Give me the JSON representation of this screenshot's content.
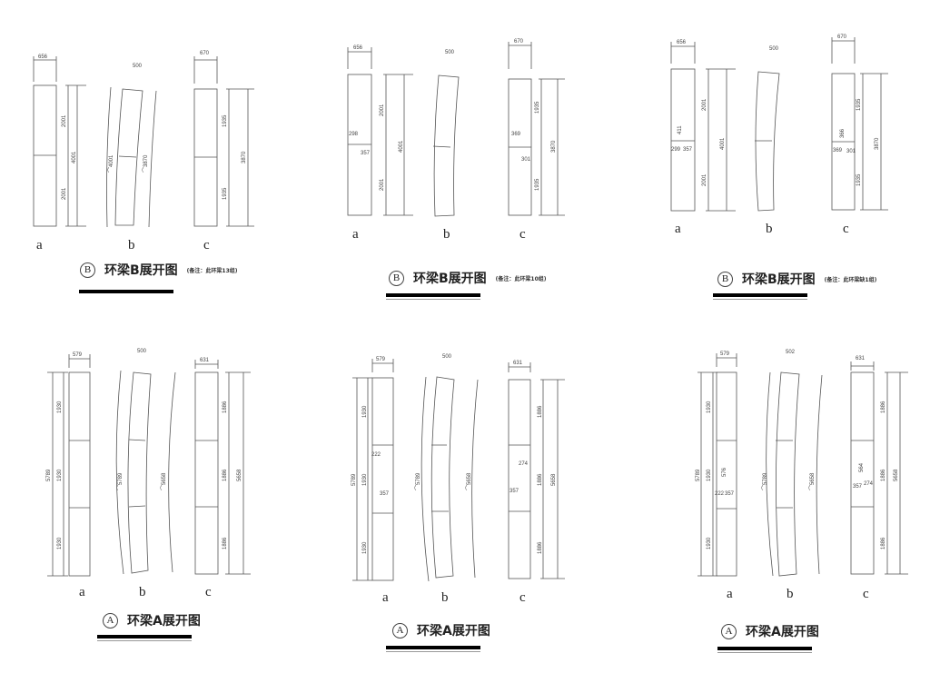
{
  "drawings": [
    {
      "id": "B1",
      "circle": "B",
      "title": "环梁B展开图",
      "note": "(备注：此环梁13组)",
      "a": {
        "width": "656",
        "upper": "2001",
        "lower": "2001",
        "total": "4001"
      },
      "b": {
        "width": "500",
        "outer_arc": "⌒4001",
        "inner_arc": "⌒3870"
      },
      "c": {
        "width": "670",
        "upper": "1935",
        "lower": "1935",
        "total": "3870"
      }
    },
    {
      "id": "B2",
      "circle": "B",
      "title": "环梁B展开图",
      "note": "(备注：此环梁10组)",
      "a": {
        "width": "656",
        "upper": "2001",
        "lower": "2001",
        "total": "4001",
        "hole_x": "298",
        "hole_y": "357"
      },
      "b": {
        "width": "500"
      },
      "c": {
        "width": "670",
        "upper": "1935",
        "lower": "1935",
        "total": "3870",
        "hole_x": "369",
        "hole_y": "301"
      }
    },
    {
      "id": "B3",
      "circle": "B",
      "title": "环梁B展开图",
      "note": "(备注：此环梁缺1组)",
      "a": {
        "width": "656",
        "upper": "2001",
        "lower": "2001",
        "total": "4001",
        "v": "411",
        "hole_x": "299",
        "hole_y": "357"
      },
      "b": {
        "width": "500"
      },
      "c": {
        "width": "670",
        "upper": "1935",
        "lower": "1935",
        "total": "3870",
        "v": "366",
        "hole_x": "369",
        "hole_y": "301"
      }
    },
    {
      "id": "A1",
      "circle": "A",
      "title": "环梁A展开图",
      "note": "",
      "a": {
        "width": "579",
        "s1": "1930",
        "s2": "1930",
        "s3": "1930",
        "total": "5789"
      },
      "b": {
        "width": "500",
        "outer_arc": "⌒5789",
        "inner_arc": "⌒5658"
      },
      "c": {
        "width": "631",
        "s1": "1886",
        "s2": "1886",
        "s3": "1886",
        "total": "5658"
      }
    },
    {
      "id": "A2",
      "circle": "A",
      "title": "环梁A展开图",
      "note": "",
      "a": {
        "width": "579",
        "s1": "1930",
        "s2": "1930",
        "s3": "1930",
        "total": "5789",
        "hole_x": "222",
        "hole_y": "357"
      },
      "b": {
        "width": "500",
        "outer_arc": "⌒5789",
        "inner_arc": "⌒5658"
      },
      "c": {
        "width": "631",
        "s1": "1886",
        "s2": "1886",
        "s3": "1886",
        "total": "5658",
        "hole_x": "274",
        "hole_y": "357"
      }
    },
    {
      "id": "A3",
      "circle": "A",
      "title": "环梁A展开图",
      "note": "",
      "a": {
        "width": "579",
        "s1": "1930",
        "s2": "1930",
        "s3": "1930",
        "total": "5789",
        "v": "576",
        "hole_x": "222",
        "hole_y": "357"
      },
      "b": {
        "width": "502",
        "outer_arc": "⌒5789",
        "inner_arc": "⌒5658"
      },
      "c": {
        "width": "631",
        "s1": "1886",
        "s2": "1886",
        "s3": "1886",
        "total": "5658",
        "v": "564",
        "hole_x": "357",
        "hole_y": "274"
      }
    }
  ],
  "panel_labels": {
    "a": "a",
    "b": "b",
    "c": "c"
  }
}
